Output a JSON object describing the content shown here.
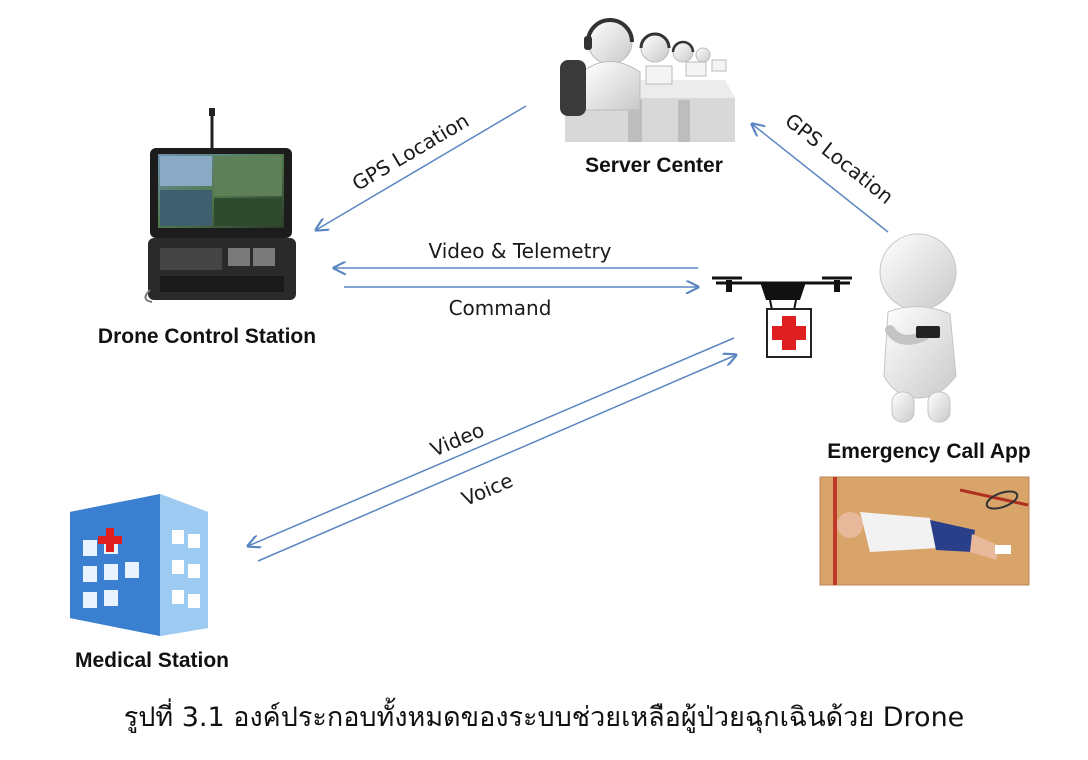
{
  "nodes": {
    "server_center": "Server Center",
    "drone_control_station": "Drone Control Station",
    "emergency_call_app": "Emergency Call App",
    "medical_station": "Medical Station"
  },
  "edges": {
    "gps_location_to_station": "GPS Location",
    "gps_location_from_app": "GPS Location",
    "video_telemetry": "Video & Telemetry",
    "command": "Command",
    "video": "Video",
    "voice": "Voice"
  },
  "caption": "รูปที่ 3.1 องค์ประกอบทั้งหมดของระบบช่วยเหลือผู้ป่วยฉุกเฉินด้วย Drone",
  "colors": {
    "arrow": "#5b86c2",
    "cross_red": "#e02020",
    "hospital_blue": "#4a8fd8",
    "floor": "#d9a46a"
  }
}
